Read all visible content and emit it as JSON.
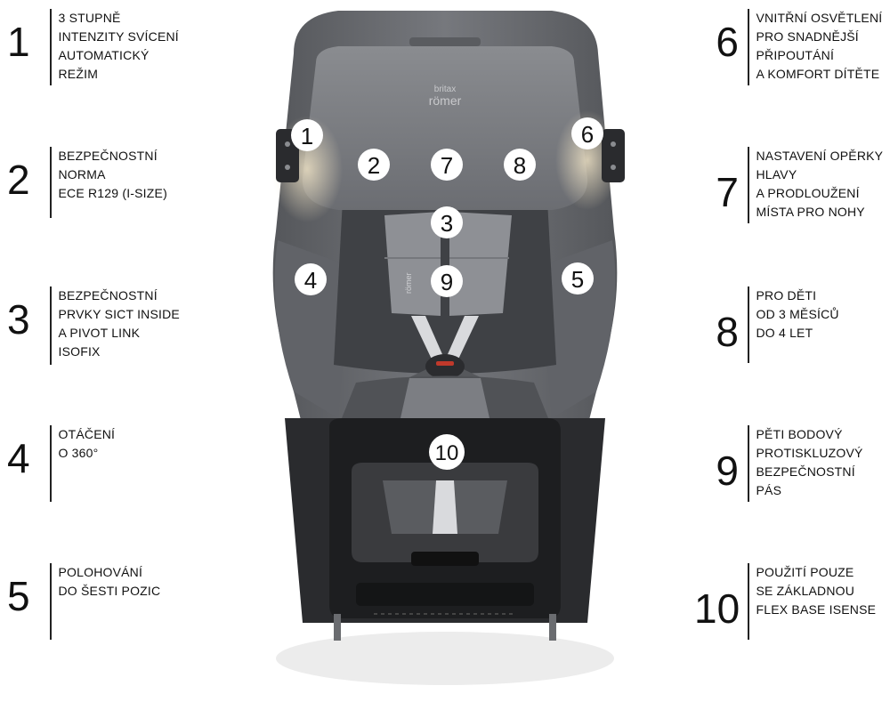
{
  "features": [
    {
      "num": "1",
      "text": "3 STUPNĚ\nINTENZITY SVÍCENÍ\nAUTOMATICKÝ\nREŽIM"
    },
    {
      "num": "2",
      "text": "BEZPEČNOSTNÍ\nNORMA\nECE R129 (I-SIZE)"
    },
    {
      "num": "3",
      "text": "BEZPEČNOSTNÍ\nPRVKY SICT INSIDE\nA PIVOT LINK\nISOFIX"
    },
    {
      "num": "4",
      "text": "OTÁČENÍ\nO 360°"
    },
    {
      "num": "5",
      "text": "POLOHOVÁNÍ\nDO ŠESTI POZIC"
    },
    {
      "num": "6",
      "text": "VNITŘNÍ OSVĚTLENÍ\nPRO SNADNĚJŠÍ\nPŘIPOUTÁNÍ\nA KOMFORT DÍTĚTE"
    },
    {
      "num": "7",
      "text": "NASTAVENÍ OPĚRKY\nHLAVY\nA PRODLOUŽENÍ\nMÍSTA PRO NOHY"
    },
    {
      "num": "8",
      "text": "PRO DĚTI\nOD 3 MĚSÍCŮ\nDO 4 LET"
    },
    {
      "num": "9",
      "text": "PĚTI BODOVÝ\nPROTISKLUZOVÝ\nBEZPEČNOSTNÍ\nPÁS"
    },
    {
      "num": "10",
      "text": "POUŽITÍ POUZE\nSE ZÁKLADNOU\nFLEX BASE ISENSE"
    }
  ],
  "markers": {
    "m1": "1",
    "m2": "2",
    "m3": "3",
    "m4": "4",
    "m5": "5",
    "m6": "6",
    "m7": "7",
    "m8": "8",
    "m9": "9",
    "m10": "10"
  },
  "brand": {
    "line1": "britax",
    "line2": "römer"
  },
  "colors": {
    "seat_fabric": "#6f7176",
    "seat_dark": "#4a4c50",
    "base": "#1d1e20",
    "marker_bg": "#ffffff"
  }
}
